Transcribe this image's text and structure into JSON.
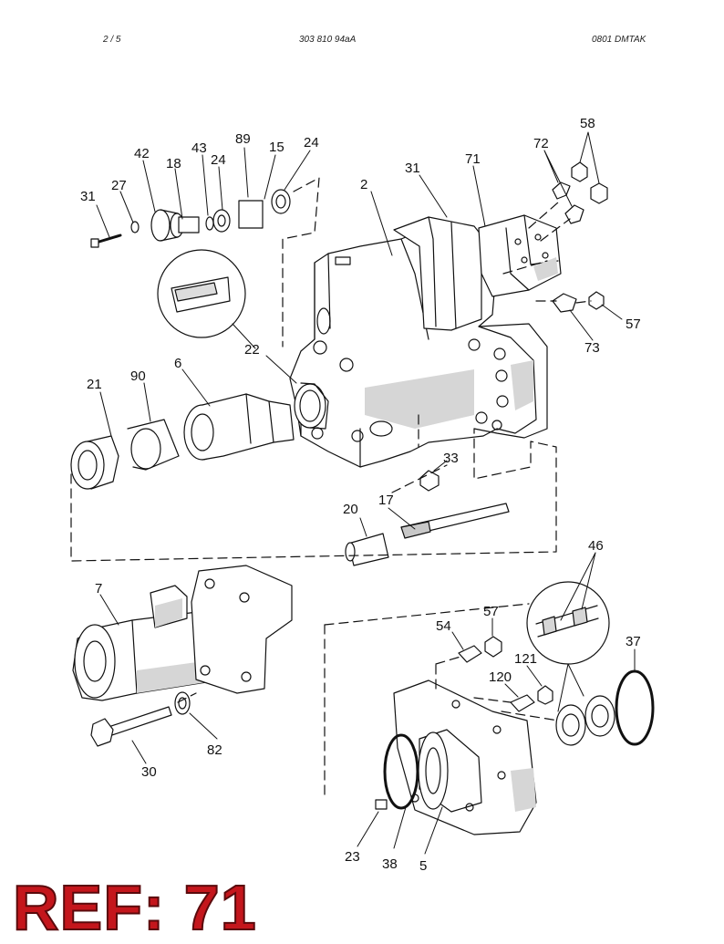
{
  "header": {
    "page": "2 /   5",
    "document": "303 810 94aA",
    "code": "0801 DMTAK"
  },
  "callouts": [
    {
      "id": "c-58",
      "text": "58"
    },
    {
      "id": "c-72",
      "text": "72"
    },
    {
      "id": "c-71",
      "text": "71"
    },
    {
      "id": "c-31a",
      "text": "31"
    },
    {
      "id": "c-2",
      "text": "2"
    },
    {
      "id": "c-89",
      "text": "89"
    },
    {
      "id": "c-15",
      "text": "15"
    },
    {
      "id": "c-24a",
      "text": "24"
    },
    {
      "id": "c-43",
      "text": "43"
    },
    {
      "id": "c-42",
      "text": "42"
    },
    {
      "id": "c-18",
      "text": "18"
    },
    {
      "id": "c-24b",
      "text": "24"
    },
    {
      "id": "c-27",
      "text": "27"
    },
    {
      "id": "c-31b",
      "text": "31"
    },
    {
      "id": "c-22",
      "text": "22"
    },
    {
      "id": "c-57a",
      "text": "57"
    },
    {
      "id": "c-73",
      "text": "73"
    },
    {
      "id": "c-21",
      "text": "21"
    },
    {
      "id": "c-90",
      "text": "90"
    },
    {
      "id": "c-6",
      "text": "6"
    },
    {
      "id": "c-33",
      "text": "33"
    },
    {
      "id": "c-20",
      "text": "20"
    },
    {
      "id": "c-17",
      "text": "17"
    },
    {
      "id": "c-46",
      "text": "46"
    },
    {
      "id": "c-7",
      "text": "7"
    },
    {
      "id": "c-57b",
      "text": "57"
    },
    {
      "id": "c-54",
      "text": "54"
    },
    {
      "id": "c-37",
      "text": "37"
    },
    {
      "id": "c-121",
      "text": "121"
    },
    {
      "id": "c-120",
      "text": "120"
    },
    {
      "id": "c-82",
      "text": "82"
    },
    {
      "id": "c-30",
      "text": "30"
    },
    {
      "id": "c-23",
      "text": "23"
    },
    {
      "id": "c-38",
      "text": "38"
    },
    {
      "id": "c-5",
      "text": "5"
    }
  ],
  "ref_stamp": "REF: 71"
}
